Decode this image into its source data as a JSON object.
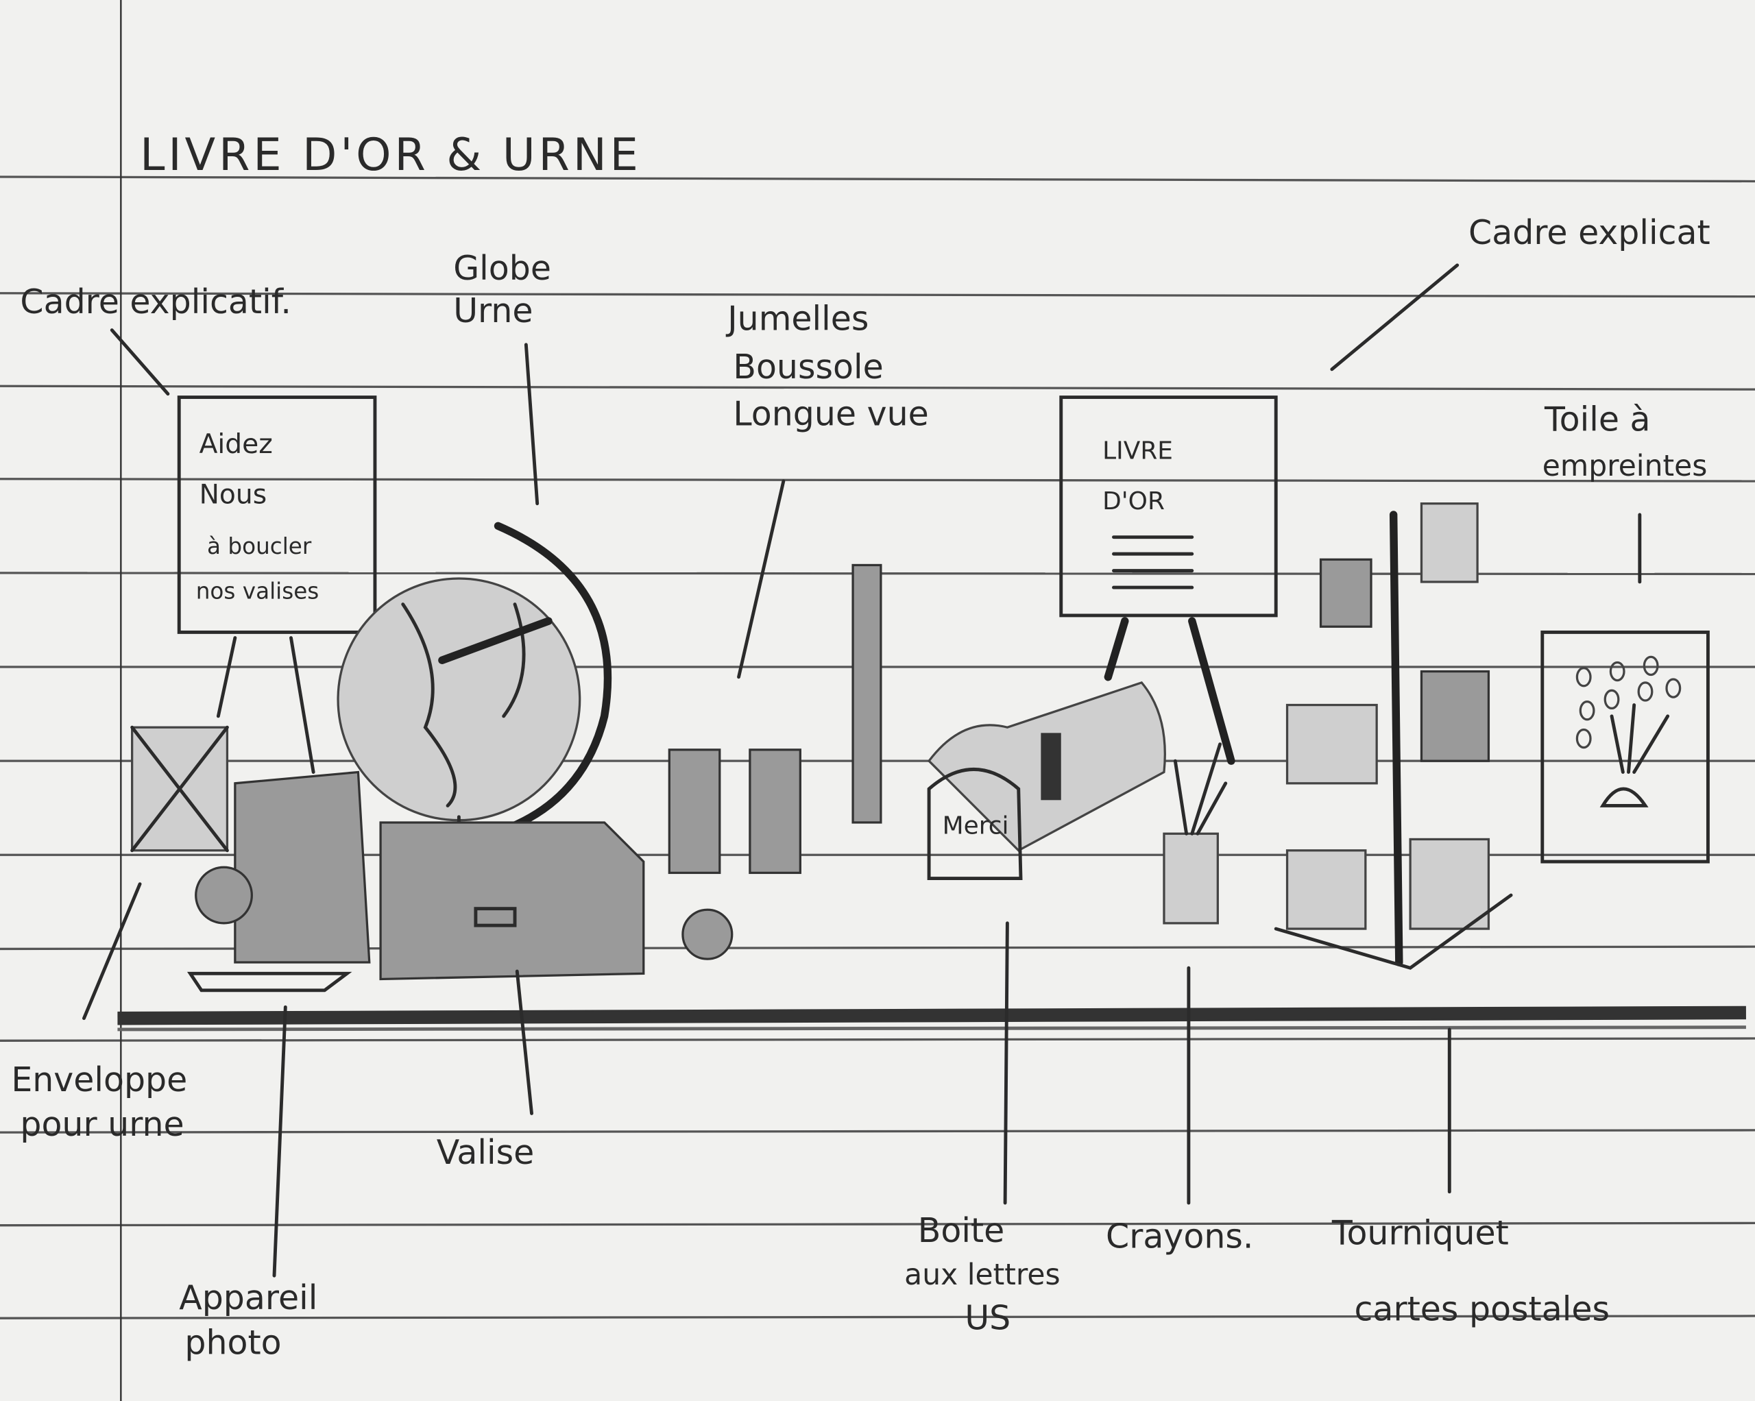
{
  "title": "LIVRE D'OR & URNE",
  "labels": {
    "cadre_left": "Cadre explicatif.",
    "globe": [
      "Globe",
      "Urne"
    ],
    "jumelles": [
      "Jumelles",
      "Boussole",
      "Longue vue"
    ],
    "cadre_right": "Cadre explicat",
    "toile": [
      "Toile à",
      "empreintes"
    ],
    "enveloppe": [
      "Enveloppe",
      "pour urne"
    ],
    "appareil": [
      "Appareil",
      "photo"
    ],
    "valise": "Valise",
    "boite": [
      "Boite",
      "aux lettres",
      "US"
    ],
    "crayons": "Crayons.",
    "tourniquet": [
      "Tourniquet",
      "cartes postales"
    ]
  },
  "frame_left_text": [
    "Aidez",
    "Nous",
    "à boucler",
    "nos valises"
  ],
  "frame_right_text": [
    "LIVRE",
    "D'OR"
  ],
  "mailbox_text": "Merci"
}
